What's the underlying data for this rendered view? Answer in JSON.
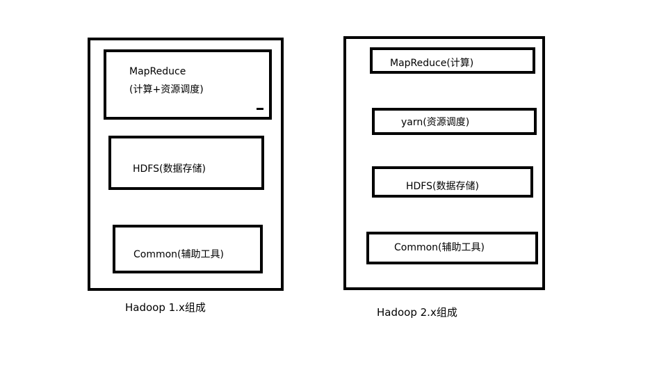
{
  "hadoop1": {
    "caption": "Hadoop 1.x组成",
    "mapreduce_line1": "MapReduce",
    "mapreduce_line2": "(计算+资源调度)",
    "hdfs": "HDFS(数据存储)",
    "common": "Common(辅助工具)"
  },
  "hadoop2": {
    "caption": "Hadoop 2.x组成",
    "mapreduce": "MapReduce(计算)",
    "yarn": "yarn(资源调度)",
    "hdfs": "HDFS(数据存储)",
    "common": "Common(辅助工具)"
  }
}
